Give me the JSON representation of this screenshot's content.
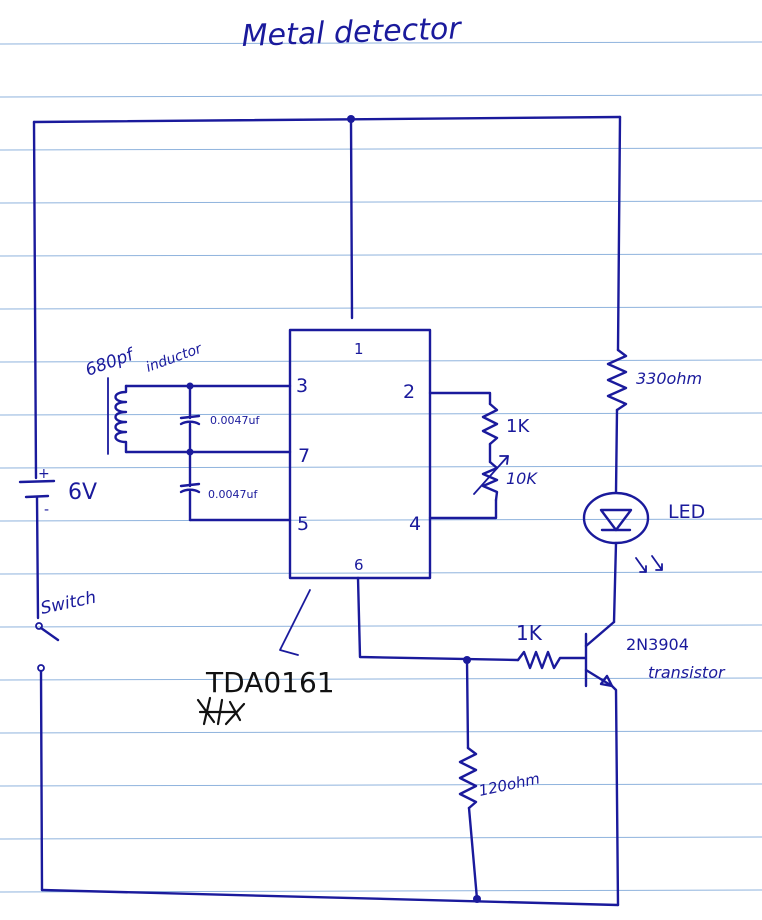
{
  "title": "Metal detector",
  "battery": {
    "label": "6V",
    "plus": "+",
    "minus": "-"
  },
  "switch": {
    "label": "Switch"
  },
  "tank": {
    "capacitor_label": "680pf",
    "inductor_label": "inductor"
  },
  "capacitors": {
    "c1": "0.0047uf",
    "c2": "0.0047uf"
  },
  "ic": {
    "part": "TDA0161",
    "pins": {
      "p1": "1",
      "p2": "2",
      "p3": "3",
      "p4": "4",
      "p5": "5",
      "p6": "6",
      "p7": "7"
    }
  },
  "pot": {
    "r_fixed": "1K",
    "r_variable": "10K"
  },
  "r_led": {
    "label": "330ohm"
  },
  "led": {
    "label": "LED"
  },
  "r_base": {
    "label": "1K"
  },
  "transistor": {
    "part": "2N3904",
    "type": "transistor"
  },
  "r_emitter": {
    "label": "120ohm"
  }
}
